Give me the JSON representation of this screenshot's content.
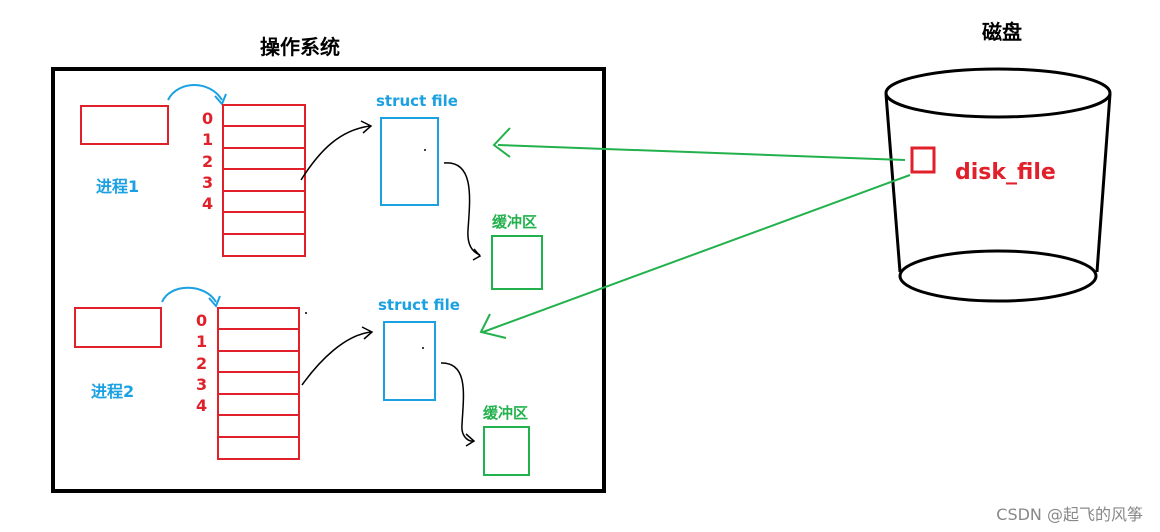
{
  "os": {
    "title": "操作系统"
  },
  "disk": {
    "title": "磁盘",
    "file_label": "disk_file"
  },
  "process1": {
    "label": "进程1",
    "fd_indices": [
      "0",
      "1",
      "2",
      "3",
      "4"
    ],
    "struct_file_label": "struct file",
    "buffer_label": "缓冲区"
  },
  "process2": {
    "label": "进程2",
    "fd_indices": [
      "0",
      "1",
      "2",
      "3",
      "4"
    ],
    "struct_file_label": "struct file",
    "buffer_label": "缓冲区"
  },
  "watermark": "CSDN @起飞的风筝",
  "colors": {
    "red": "#e0202a",
    "blue": "#1ba1e2",
    "green": "#22b14c",
    "black": "#000000",
    "gray": "#888888"
  }
}
